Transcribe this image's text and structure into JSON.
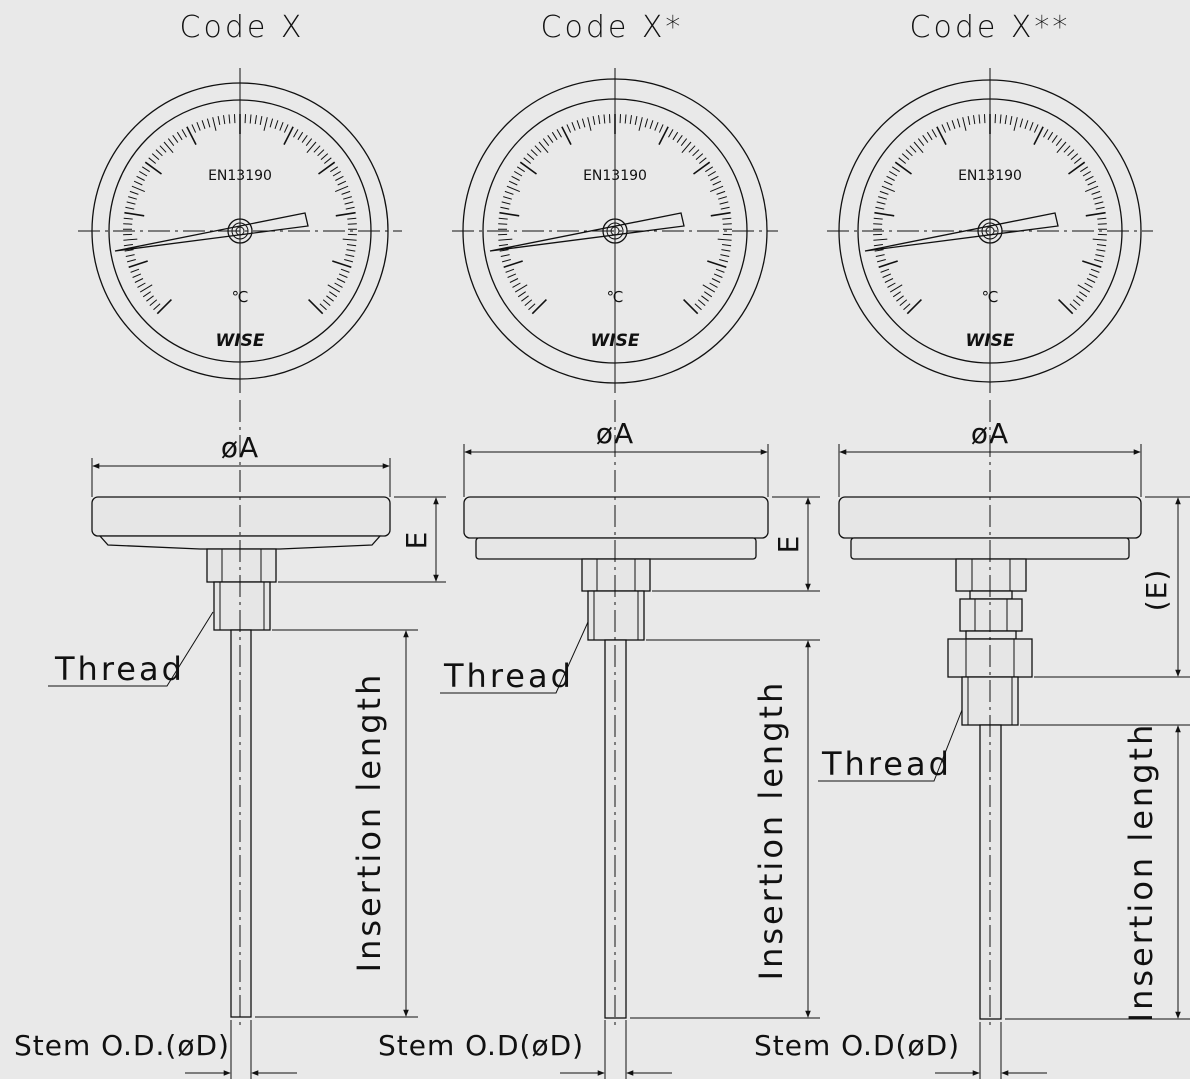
{
  "variants": [
    {
      "code_label": "Code X",
      "dial_standard": "EN13190",
      "dial_unit": "℃",
      "dial_brand": "WISE",
      "dia_label": "øA",
      "height_label": "E",
      "thread_label": "Thread",
      "insertion_label": "Insertion length",
      "stem_label": "Stem O.D.(øD)"
    },
    {
      "code_label": "Code X*",
      "dial_standard": "EN13190",
      "dial_unit": "℃",
      "dial_brand": "WISE",
      "dia_label": "øA",
      "height_label": "E",
      "thread_label": "Thread",
      "insertion_label": "Insertion length",
      "stem_label": "Stem O.D(øD)"
    },
    {
      "code_label": "Code X**",
      "dial_standard": "EN13190",
      "dial_unit": "℃",
      "dial_brand": "WISE",
      "dia_label": "øA",
      "height_label": "(E)",
      "thread_label": "Thread",
      "insertion_label": "Insertion length",
      "stem_label": "Stem O.D(øD)"
    }
  ],
  "colors": {
    "background": "#e9e9e9",
    "line": "#111111"
  }
}
